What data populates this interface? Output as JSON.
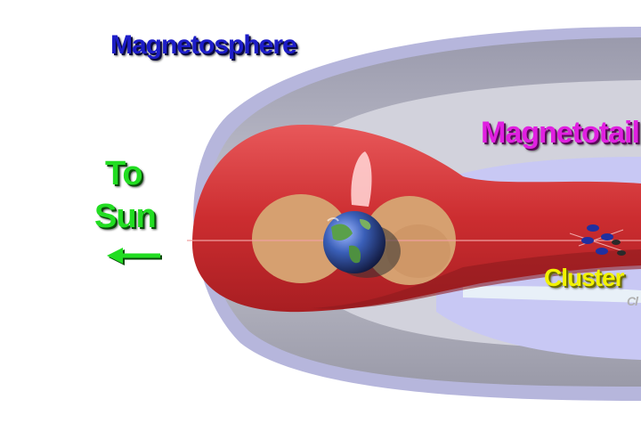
{
  "labels": {
    "magnetosphere": "Magnetosphere",
    "magnetotail": "Magnetotail",
    "to": "To",
    "sun": "Sun",
    "cluster": "Cluster",
    "cluster_shadow": "Cl"
  },
  "icons": {
    "sun_direction": "arrow-left-icon",
    "earth": "earth-globe-icon",
    "spacecraft": "satellite-icon"
  },
  "colors": {
    "magnetosphere_shell": "#b8b8c8",
    "magnetotail_lobe": "#cc2d30",
    "plasmasphere": "#d6a070",
    "tail_inner": "#c8c8f4",
    "arrow": "#22dd22"
  }
}
